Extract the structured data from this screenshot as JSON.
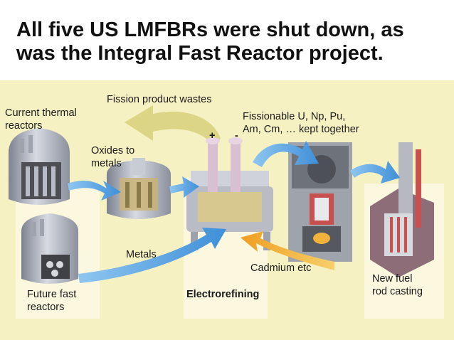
{
  "title": {
    "line1": "All five US LMFBRs were shut down, as",
    "line2": "was the Integral Fast Reactor project."
  },
  "labels": {
    "fission_wastes": "Fission product wastes",
    "current_thermal_1": "Current thermal",
    "current_thermal_2": "reactors",
    "fissionable_1": "Fissionable U, Np, Pu,",
    "fissionable_2": "Am, Cm, … kept together",
    "plus": "+",
    "minus": "-",
    "oxides_1": "Oxides to",
    "oxides_2": "metals",
    "metals": "Metals",
    "cadmium": "Cadmium etc",
    "new_fuel_1": "New fuel",
    "new_fuel_2": "rod casting",
    "future_fast_1": "Future fast",
    "future_fast_2": "reactors",
    "electrorefining": "Electrorefining"
  },
  "colors": {
    "background_band": "#f6f1c2",
    "blue_arrow": "#4f9ee0",
    "orange_arrow": "#f2b33a",
    "olive_arrow": "#d8d27e",
    "machinery_gray": "#a9adb6",
    "accent_red": "#c8504f"
  }
}
